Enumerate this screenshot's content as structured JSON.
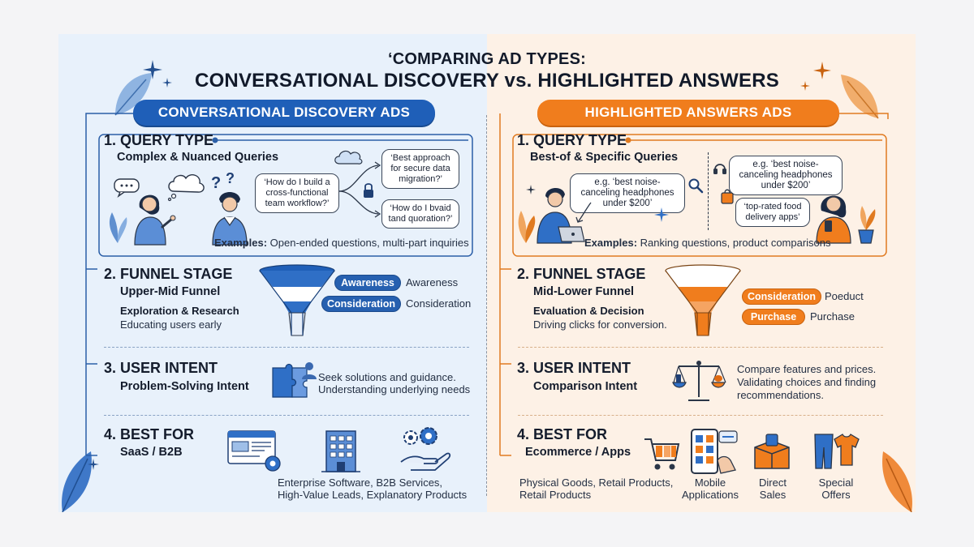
{
  "header": {
    "line1": "‘COMPARING AD TYPES:",
    "line2": "CONVERSATIONAL DISCOVERY vs. HIGHLIGHTED ANSWERS"
  },
  "left": {
    "pill": "CONVERSATIONAL DISCOVERY ADS",
    "query": {
      "heading": "1. QUERY TYPE",
      "sub": "Complex & Nuanced Queries",
      "bubble_main": "‘How do I build a cross-functional team workflow?’",
      "bubble_top": "‘Best approach for secure data migration?’",
      "bubble_bottom": "‘How do I bvaid tand quoration?’",
      "examples_label": "Examples:",
      "examples_text": " Open-ended questions, multi-part inquiries"
    },
    "funnel": {
      "heading": "2. FUNNEL STAGE",
      "sub": "Upper-Mid Funnel",
      "line1": "Exploration & Research",
      "line2": "Educating users early",
      "tag1": "Awareness",
      "label1": "Awareness",
      "tag2": "Consideration",
      "label2": "Consideration"
    },
    "intent": {
      "heading": "3. USER INTENT",
      "sub": "Problem-Solving Intent",
      "line1": "Seek solutions and guidance.",
      "line2": "Understanding underlying needs"
    },
    "best": {
      "heading": "4. BEST FOR",
      "sub": "SaaS / B2B",
      "line1": "Enterprise Software, B2B Services,",
      "line2": "High-Value Leads, Explanatory Products"
    }
  },
  "right": {
    "pill": "HIGHLIGHTED ANSWERS ADS",
    "query": {
      "heading": "1. QUERY TYPE",
      "sub": "Best-of & Specific Queries",
      "bubble_left": "e.g. ‘best noise-canceling headphones under $200’",
      "bubble_right": "e.g. ‘best noise-canceling headphones under $200’",
      "bubble_food": "‘top-rated food delivery apps’",
      "examples_label": "Examples:",
      "examples_text": " Ranking questions, product comparisons"
    },
    "funnel": {
      "heading": "2. FUNNEL STAGE",
      "sub": "Mid-Lower Funnel",
      "line1": "Evaluation & Decision",
      "line2": "Driving clicks for conversion.",
      "tag1": "Consideration",
      "label1": "Poeduct",
      "tag2": "Purchase",
      "label2": "Purchase"
    },
    "intent": {
      "heading": "3. USER INTENT",
      "sub": "Comparison Intent",
      "line1": "Compare features and prices.",
      "line2": "Validating choices and finding",
      "line3": "recommendations."
    },
    "best": {
      "heading": "4. BEST FOR",
      "sub": "Ecommerce / Apps",
      "item1_l1": "Physical Goods, Retail Products,",
      "item1_l2": "Retail Products",
      "item2_l1": "Mobile",
      "item2_l2": "Applications",
      "item3_l1": "Direct",
      "item3_l2": "Sales",
      "item4_l1": "Special",
      "item4_l2": "Offers"
    }
  },
  "colors": {
    "blue": "#1f5fb8",
    "orange": "#f07d1d",
    "bg_left": "#e8f1fb",
    "bg_right": "#fdf1e6"
  },
  "icons": [
    "sparkle-icon",
    "leaf-icon",
    "person-icon",
    "cloud-icon",
    "lock-icon",
    "funnel-icon",
    "puzzle-icon",
    "browser-gear-icon",
    "building-icon",
    "hand-gears-icon",
    "laptop-icon",
    "search-icon",
    "headphones-icon",
    "shopping-bag-icon",
    "phone-icon",
    "scale-icon",
    "cart-icon",
    "mobile-app-icon",
    "box-icon",
    "clothes-icon",
    "plant-icon"
  ]
}
